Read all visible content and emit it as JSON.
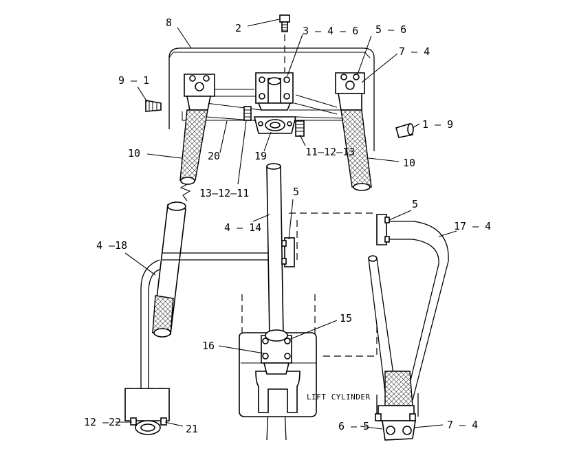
{
  "labels": {
    "l2": "2",
    "l8": "8",
    "l346": "3 – 4 – 6",
    "l56": "5 – 6",
    "l74top": "7 – 4",
    "l91": "9 – 1",
    "l19r": "1 – 9",
    "l10left": "10",
    "l20": "20",
    "l19": "19",
    "l111213": "11–12–13",
    "l10right": "10",
    "l131211": "13–12–11",
    "l5a": "5",
    "l5b": "5",
    "l414": "4 – 14",
    "l174": "17 – 4",
    "l418": "4 –18",
    "l15": "15",
    "l16": "16",
    "lift": "LIFT CYLINDER",
    "l1222": "12 –22",
    "l21": "21",
    "l65": "6 – 5",
    "l74bot": "7 – 4"
  }
}
